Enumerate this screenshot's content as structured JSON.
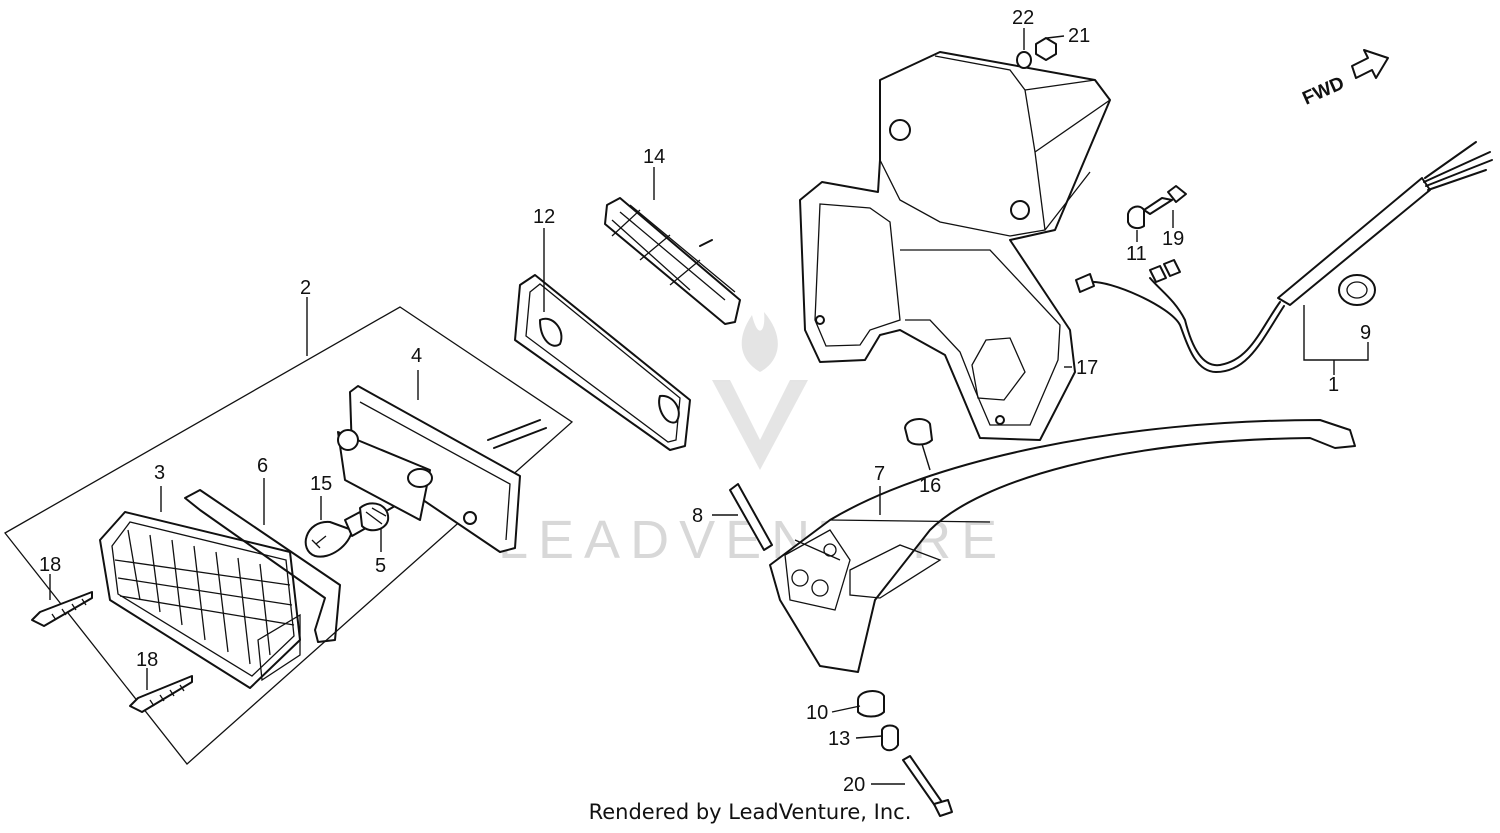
{
  "direction_label": "FWD",
  "watermark": "LEADVENTURE",
  "credit": "Rendered by LeadVenture, Inc.",
  "callouts": {
    "c1": "1",
    "c2": "2",
    "c3": "3",
    "c4": "4",
    "c5": "5",
    "c6": "6",
    "c7": "7",
    "c8": "8",
    "c9": "9",
    "c10": "10",
    "c11": "11",
    "c12": "12",
    "c13": "13",
    "c14": "14",
    "c15": "15",
    "c16": "16",
    "c17": "17",
    "c18a": "18",
    "c18b": "18",
    "c19": "19",
    "c20": "20",
    "c21": "21",
    "c22": "22"
  }
}
